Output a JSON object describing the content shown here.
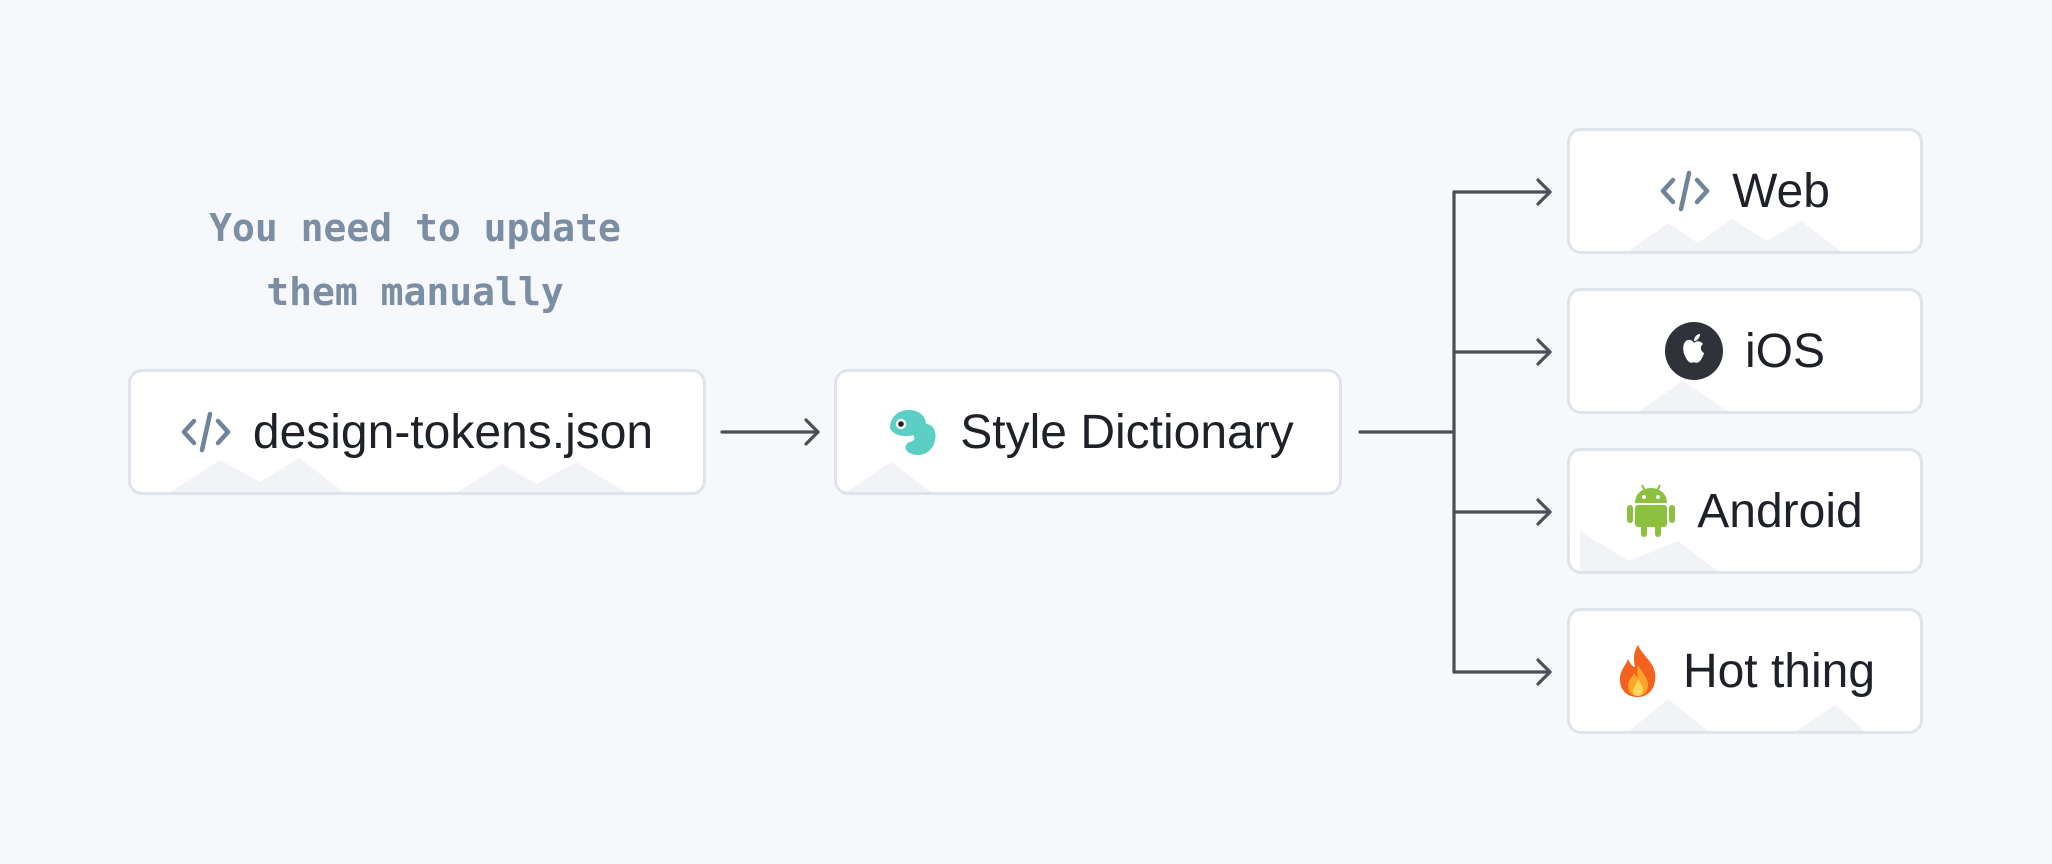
{
  "note": {
    "line1": "You need to update",
    "line2": "them manually"
  },
  "source": {
    "label": "design-tokens.json",
    "icon": "code-icon"
  },
  "processor": {
    "label": "Style Dictionary",
    "icon": "chameleon-icon"
  },
  "outputs": [
    {
      "label": "Web",
      "icon": "code-icon"
    },
    {
      "label": "iOS",
      "icon": "apple-icon"
    },
    {
      "label": "Android",
      "icon": "android-icon"
    },
    {
      "label": "Hot thing",
      "icon": "fire-icon"
    }
  ],
  "colors": {
    "background": "#f6f8fc",
    "node_border": "#dfe3ea",
    "note_text": "#7b8ea3",
    "connector": "#4a4e55",
    "code_icon": "#6f8499",
    "chameleon": "#5ccfc4",
    "apple_badge": "#2f3238",
    "android": "#8cc13f"
  }
}
